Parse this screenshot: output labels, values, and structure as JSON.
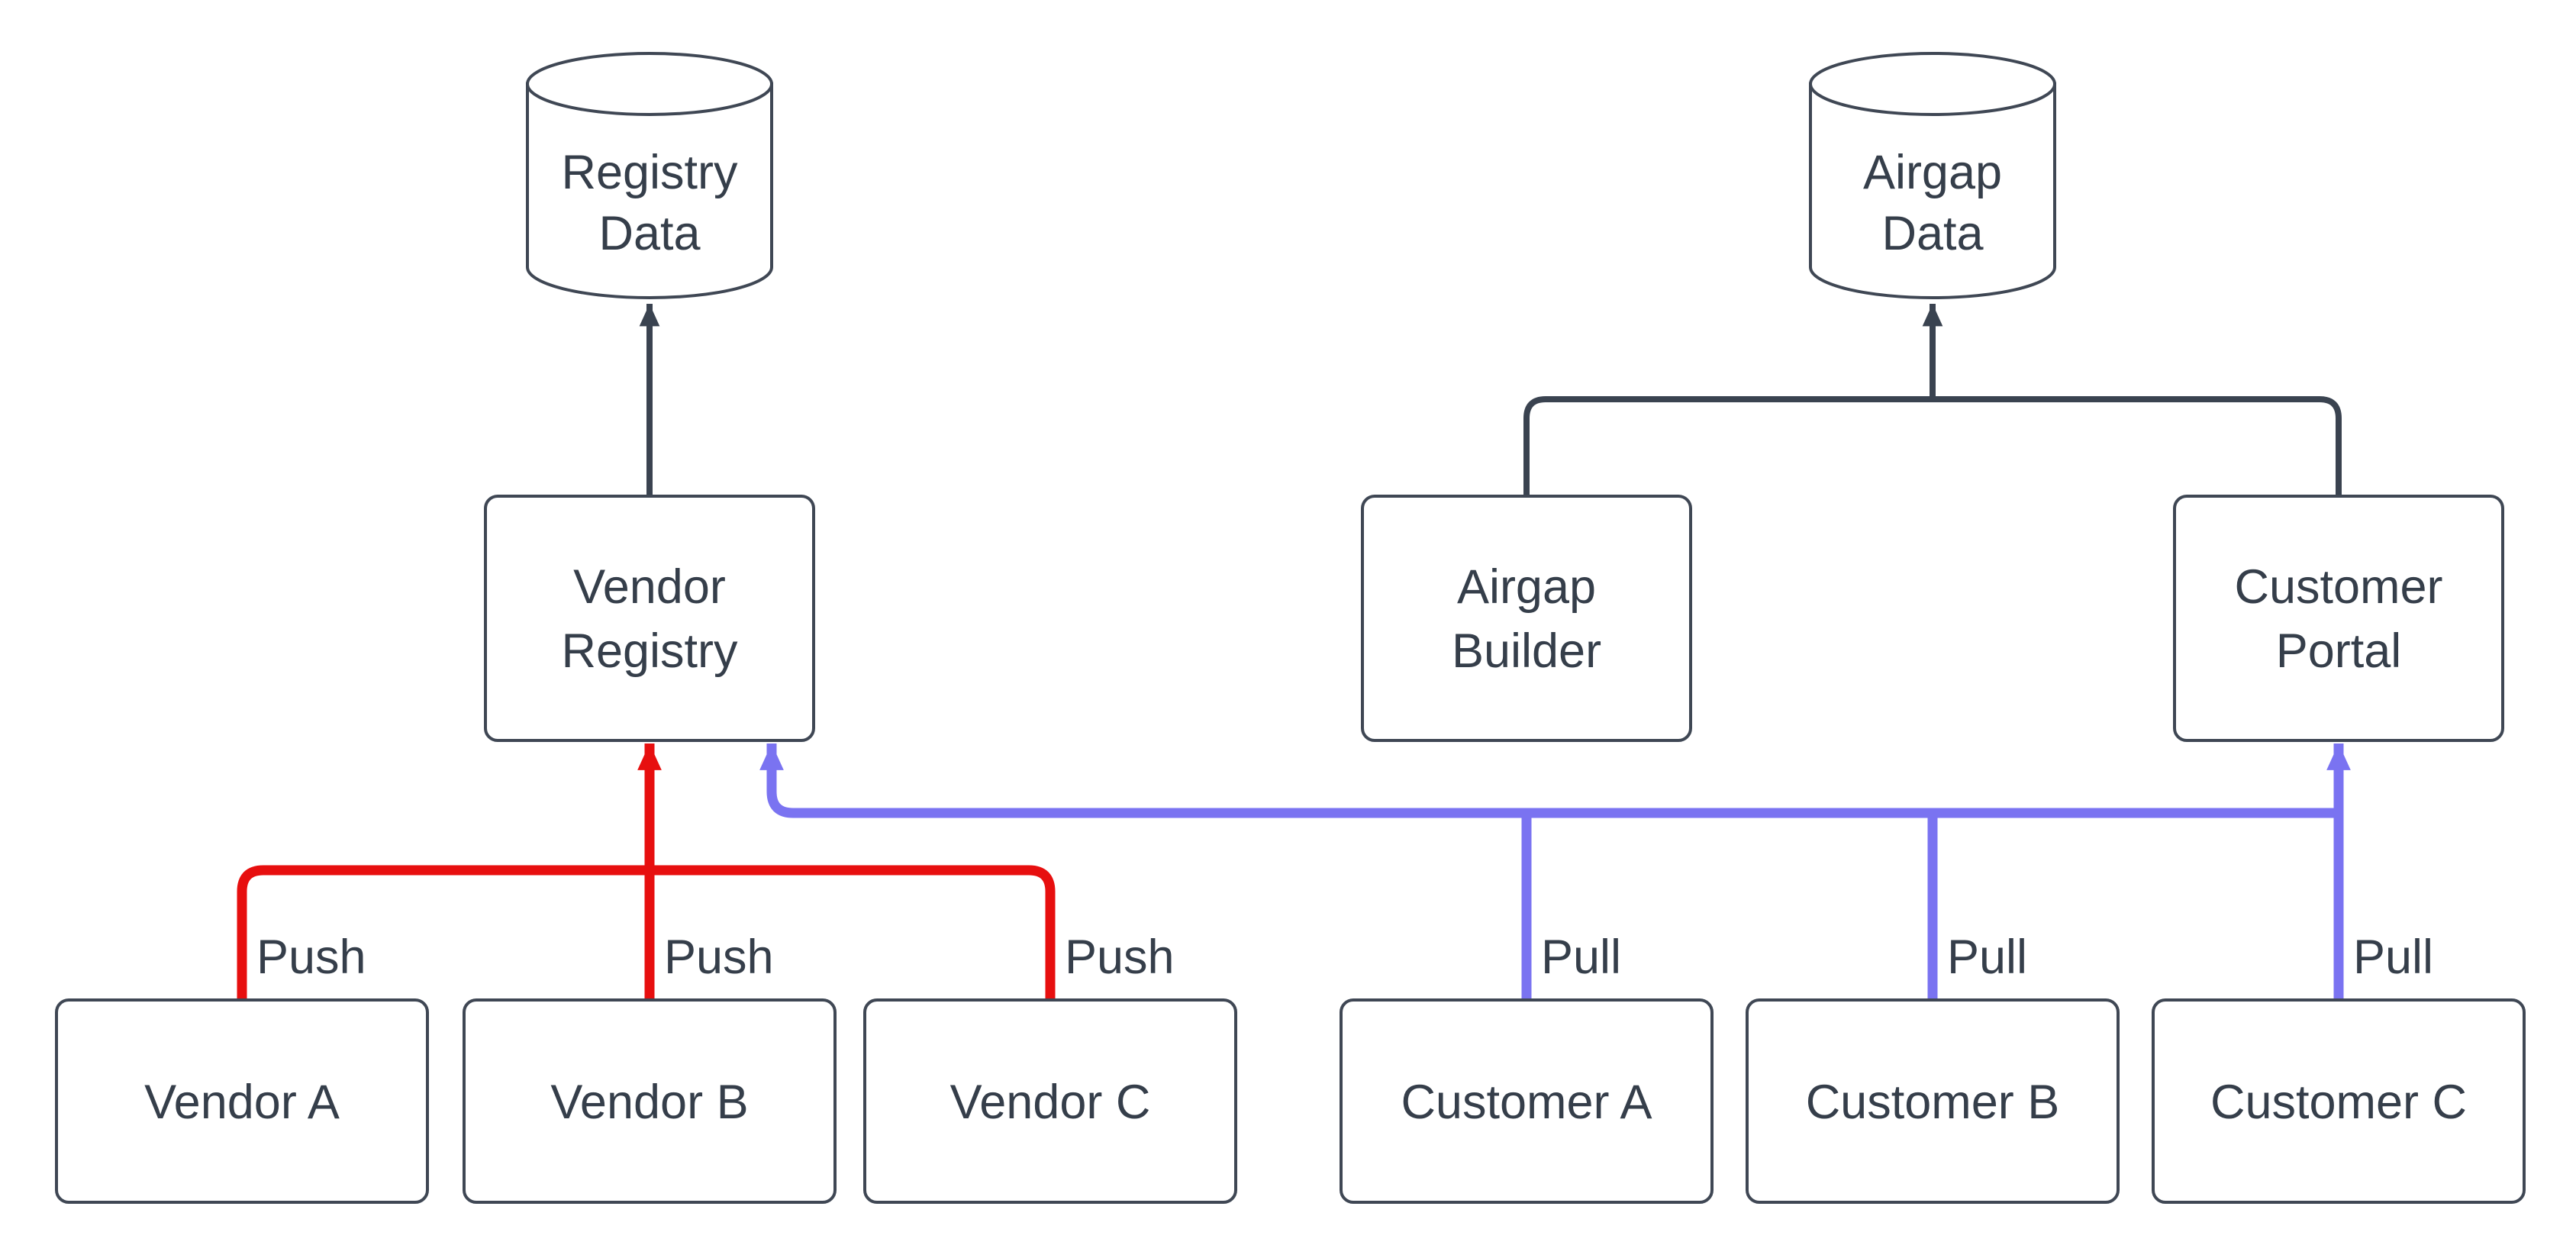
{
  "diagram": {
    "colors": {
      "background": "#ffffff",
      "node_fill": "#ffffff",
      "node_border": "#3f4754",
      "text": "#353e4a",
      "dark_line": "#3a4350",
      "red": "#e70f0f",
      "blue": "#7a73f1"
    },
    "nodes": {
      "registry_data": {
        "shape": "cylinder",
        "label": "Registry Data",
        "lines": [
          "Registry",
          "Data"
        ]
      },
      "airgap_data": {
        "shape": "cylinder",
        "label": "Airgap Data",
        "lines": [
          "Airgap",
          "Data"
        ]
      },
      "vendor_registry": {
        "shape": "rect",
        "label": "Vendor Registry",
        "lines": [
          "Vendor",
          "Registry"
        ]
      },
      "airgap_builder": {
        "shape": "rect",
        "label": "Airgap Builder",
        "lines": [
          "Airgap",
          "Builder"
        ]
      },
      "customer_portal": {
        "shape": "rect",
        "label": "Customer Portal",
        "lines": [
          "Customer",
          "Portal"
        ]
      },
      "vendor_a": {
        "shape": "rect",
        "label": "Vendor A",
        "lines": [
          "Vendor A"
        ]
      },
      "vendor_b": {
        "shape": "rect",
        "label": "Vendor B",
        "lines": [
          "Vendor B"
        ]
      },
      "vendor_c": {
        "shape": "rect",
        "label": "Vendor C",
        "lines": [
          "Vendor C"
        ]
      },
      "customer_a": {
        "shape": "rect",
        "label": "Customer A",
        "lines": [
          "Customer A"
        ]
      },
      "customer_b": {
        "shape": "rect",
        "label": "Customer B",
        "lines": [
          "Customer B"
        ]
      },
      "customer_c": {
        "shape": "rect",
        "label": "Customer C",
        "lines": [
          "Customer C"
        ]
      }
    },
    "edges": {
      "vendor_registry_to_registry_data": {
        "from": "Vendor Registry",
        "to": "Registry Data",
        "label": "",
        "color_role": "dark"
      },
      "airgap_builder_to_airgap_data": {
        "from": "Airgap Builder",
        "to": "Airgap Data",
        "label": "",
        "color_role": "dark"
      },
      "customer_portal_to_airgap_data": {
        "from": "Customer Portal",
        "to": "Airgap Data",
        "label": "",
        "color_role": "dark"
      },
      "push_a": {
        "from": "Vendor A",
        "to": "Vendor Registry",
        "label": "Push",
        "color_role": "red"
      },
      "push_b": {
        "from": "Vendor B",
        "to": "Vendor Registry",
        "label": "Push",
        "color_role": "red"
      },
      "push_c": {
        "from": "Vendor C",
        "to": "Vendor Registry",
        "label": "Push",
        "color_role": "red"
      },
      "pull_a": {
        "from": "Customer A",
        "to": "Vendor Registry",
        "label": "Pull",
        "color_role": "blue"
      },
      "pull_b": {
        "from": "Customer B",
        "to": "Vendor Registry",
        "label": "Pull",
        "color_role": "blue"
      },
      "pull_c": {
        "from": "Customer C",
        "to": "Customer Portal",
        "label": "Pull",
        "color_role": "blue"
      }
    }
  }
}
